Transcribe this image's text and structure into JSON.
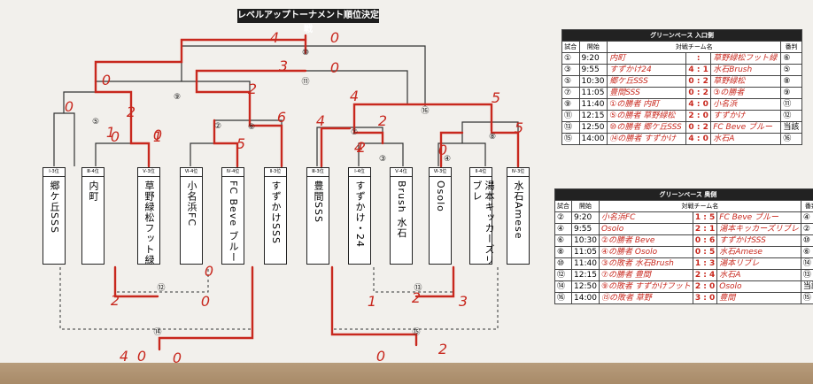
{
  "title": "レベルアップトーナメント順位決定戦",
  "teams": [
    {
      "pos": "Ⅰ-3位",
      "name": "郷ケ丘SSS"
    },
    {
      "pos": "Ⅲ-4位",
      "name": "内町"
    },
    {
      "pos": "Ⅴ-3位",
      "name": "草野緑松フット緑"
    },
    {
      "pos": "Ⅵ-4位",
      "name": "小名浜FC"
    },
    {
      "pos": "Ⅳ-4位",
      "name": "FC Beve ブルー"
    },
    {
      "pos": "Ⅱ-3位",
      "name": "すずかけSSS"
    },
    {
      "pos": "Ⅲ-3位",
      "name": "豊間SSS"
    },
    {
      "pos": "Ⅰ-4位",
      "name": "すずかけ・24"
    },
    {
      "pos": "Ⅴ-4位",
      "name": "Brush 水石"
    },
    {
      "pos": "Ⅵ-3位",
      "name": "Osolo"
    },
    {
      "pos": "Ⅱ-4位",
      "name": "湯本キッカーズリブレ"
    },
    {
      "pos": "Ⅳ-3位",
      "name": "水石Amese"
    }
  ],
  "bracket": {
    "scores": [
      "4",
      "0",
      "3",
      "0",
      "0",
      "2",
      "0",
      "2",
      "4",
      "5",
      "0",
      "0",
      "1",
      "1",
      "5",
      "6",
      "4",
      "2",
      "4",
      "0",
      "2",
      "5",
      "0",
      "0",
      "2",
      "1",
      "3",
      "4",
      "0",
      "0",
      "2",
      "2",
      "0"
    ],
    "nodes": [
      "⑤",
      "⑩",
      "⑨",
      "⑪",
      "⑦",
      "②",
      "⑥",
      "③",
      "④",
      "⑧",
      "⑫",
      "⑬",
      "⑭",
      "⑮",
      "⑯"
    ]
  },
  "schedule_entrance": {
    "title": "グリーンベース 入口側",
    "headers": [
      "試合",
      "開始",
      "対戦チーム名",
      "",
      "",
      "番判"
    ],
    "rows": [
      {
        "no": "①",
        "time": "9:20",
        "home": "内町",
        "s1": "",
        "s2": "",
        "away": "草野緑松フット緑",
        "ref": "⑥"
      },
      {
        "no": "③",
        "time": "9:55",
        "home": "すずかけ24",
        "s1": "4",
        "s2": "1",
        "away": "水石Brush",
        "ref": "⑤"
      },
      {
        "no": "⑤",
        "time": "10:30",
        "home": "郷ケ丘SSS",
        "s1": "0",
        "s2": "2",
        "away": "草野緑松",
        "ref": "⑧"
      },
      {
        "no": "⑦",
        "time": "11:05",
        "home": "豊間SSS",
        "s1": "0",
        "s2": "2",
        "away": "③の勝者",
        "ref": "⑨"
      },
      {
        "no": "⑨",
        "time": "11:40",
        "home": "①の勝者 内町",
        "s1": "4",
        "s2": "0",
        "away": "小名浜",
        "ref": "⑪"
      },
      {
        "no": "⑪",
        "time": "12:15",
        "home": "⑤の勝者 草野緑松",
        "s1": "2",
        "s2": "0",
        "away": "すずかけ",
        "ref": "⑫"
      },
      {
        "no": "⑬",
        "time": "12:50",
        "home": "⑩の勝者 郷ケ丘SSS",
        "s1": "0",
        "s2": "2",
        "away": "FC Beve ブルー",
        "ref": "当該"
      },
      {
        "no": "⑮",
        "time": "14:00",
        "home": "⑭の勝者 すずかけ",
        "s1": "4",
        "s2": "0",
        "away": "水石A",
        "ref": "⑯"
      }
    ]
  },
  "schedule_back": {
    "title": "グリーンベース 奥側",
    "headers": [
      "試合",
      "開始",
      "対戦チーム名",
      "",
      "",
      "番判"
    ],
    "rows": [
      {
        "no": "②",
        "time": "9:20",
        "home": "小名浜FC",
        "s1": "1",
        "s2": "5",
        "away": "FC Beve ブルー",
        "ref": "④"
      },
      {
        "no": "④",
        "time": "9:55",
        "home": "Osolo",
        "s1": "2",
        "s2": "1",
        "away": "湯本キッカーズリブレ",
        "ref": "②"
      },
      {
        "no": "⑥",
        "time": "10:30",
        "home": "②の勝者 Beve",
        "s1": "0",
        "s2": "6",
        "away": "すずかけSSS",
        "ref": "⑩"
      },
      {
        "no": "⑧",
        "time": "11:05",
        "home": "④の勝者 Osolo",
        "s1": "0",
        "s2": "5",
        "away": "水石Amese",
        "ref": "⑥"
      },
      {
        "no": "⑩",
        "time": "11:40",
        "home": "③の敗者 水石Brush",
        "s1": "1",
        "s2": "3",
        "away": "湯本リブレ",
        "ref": "⑭"
      },
      {
        "no": "⑫",
        "time": "12:15",
        "home": "⑦の勝者 豊間",
        "s1": "2",
        "s2": "4",
        "away": "水石A",
        "ref": "⑬"
      },
      {
        "no": "⑭",
        "time": "12:50",
        "home": "⑨の敗者 すずかけフット",
        "s1": "2",
        "s2": "0",
        "away": "Osolo",
        "ref": "当該"
      },
      {
        "no": "⑯",
        "time": "14:00",
        "home": "⑮の敗者 草野",
        "s1": "3",
        "s2": "0",
        "away": "豊間",
        "ref": "⑮"
      }
    ]
  }
}
